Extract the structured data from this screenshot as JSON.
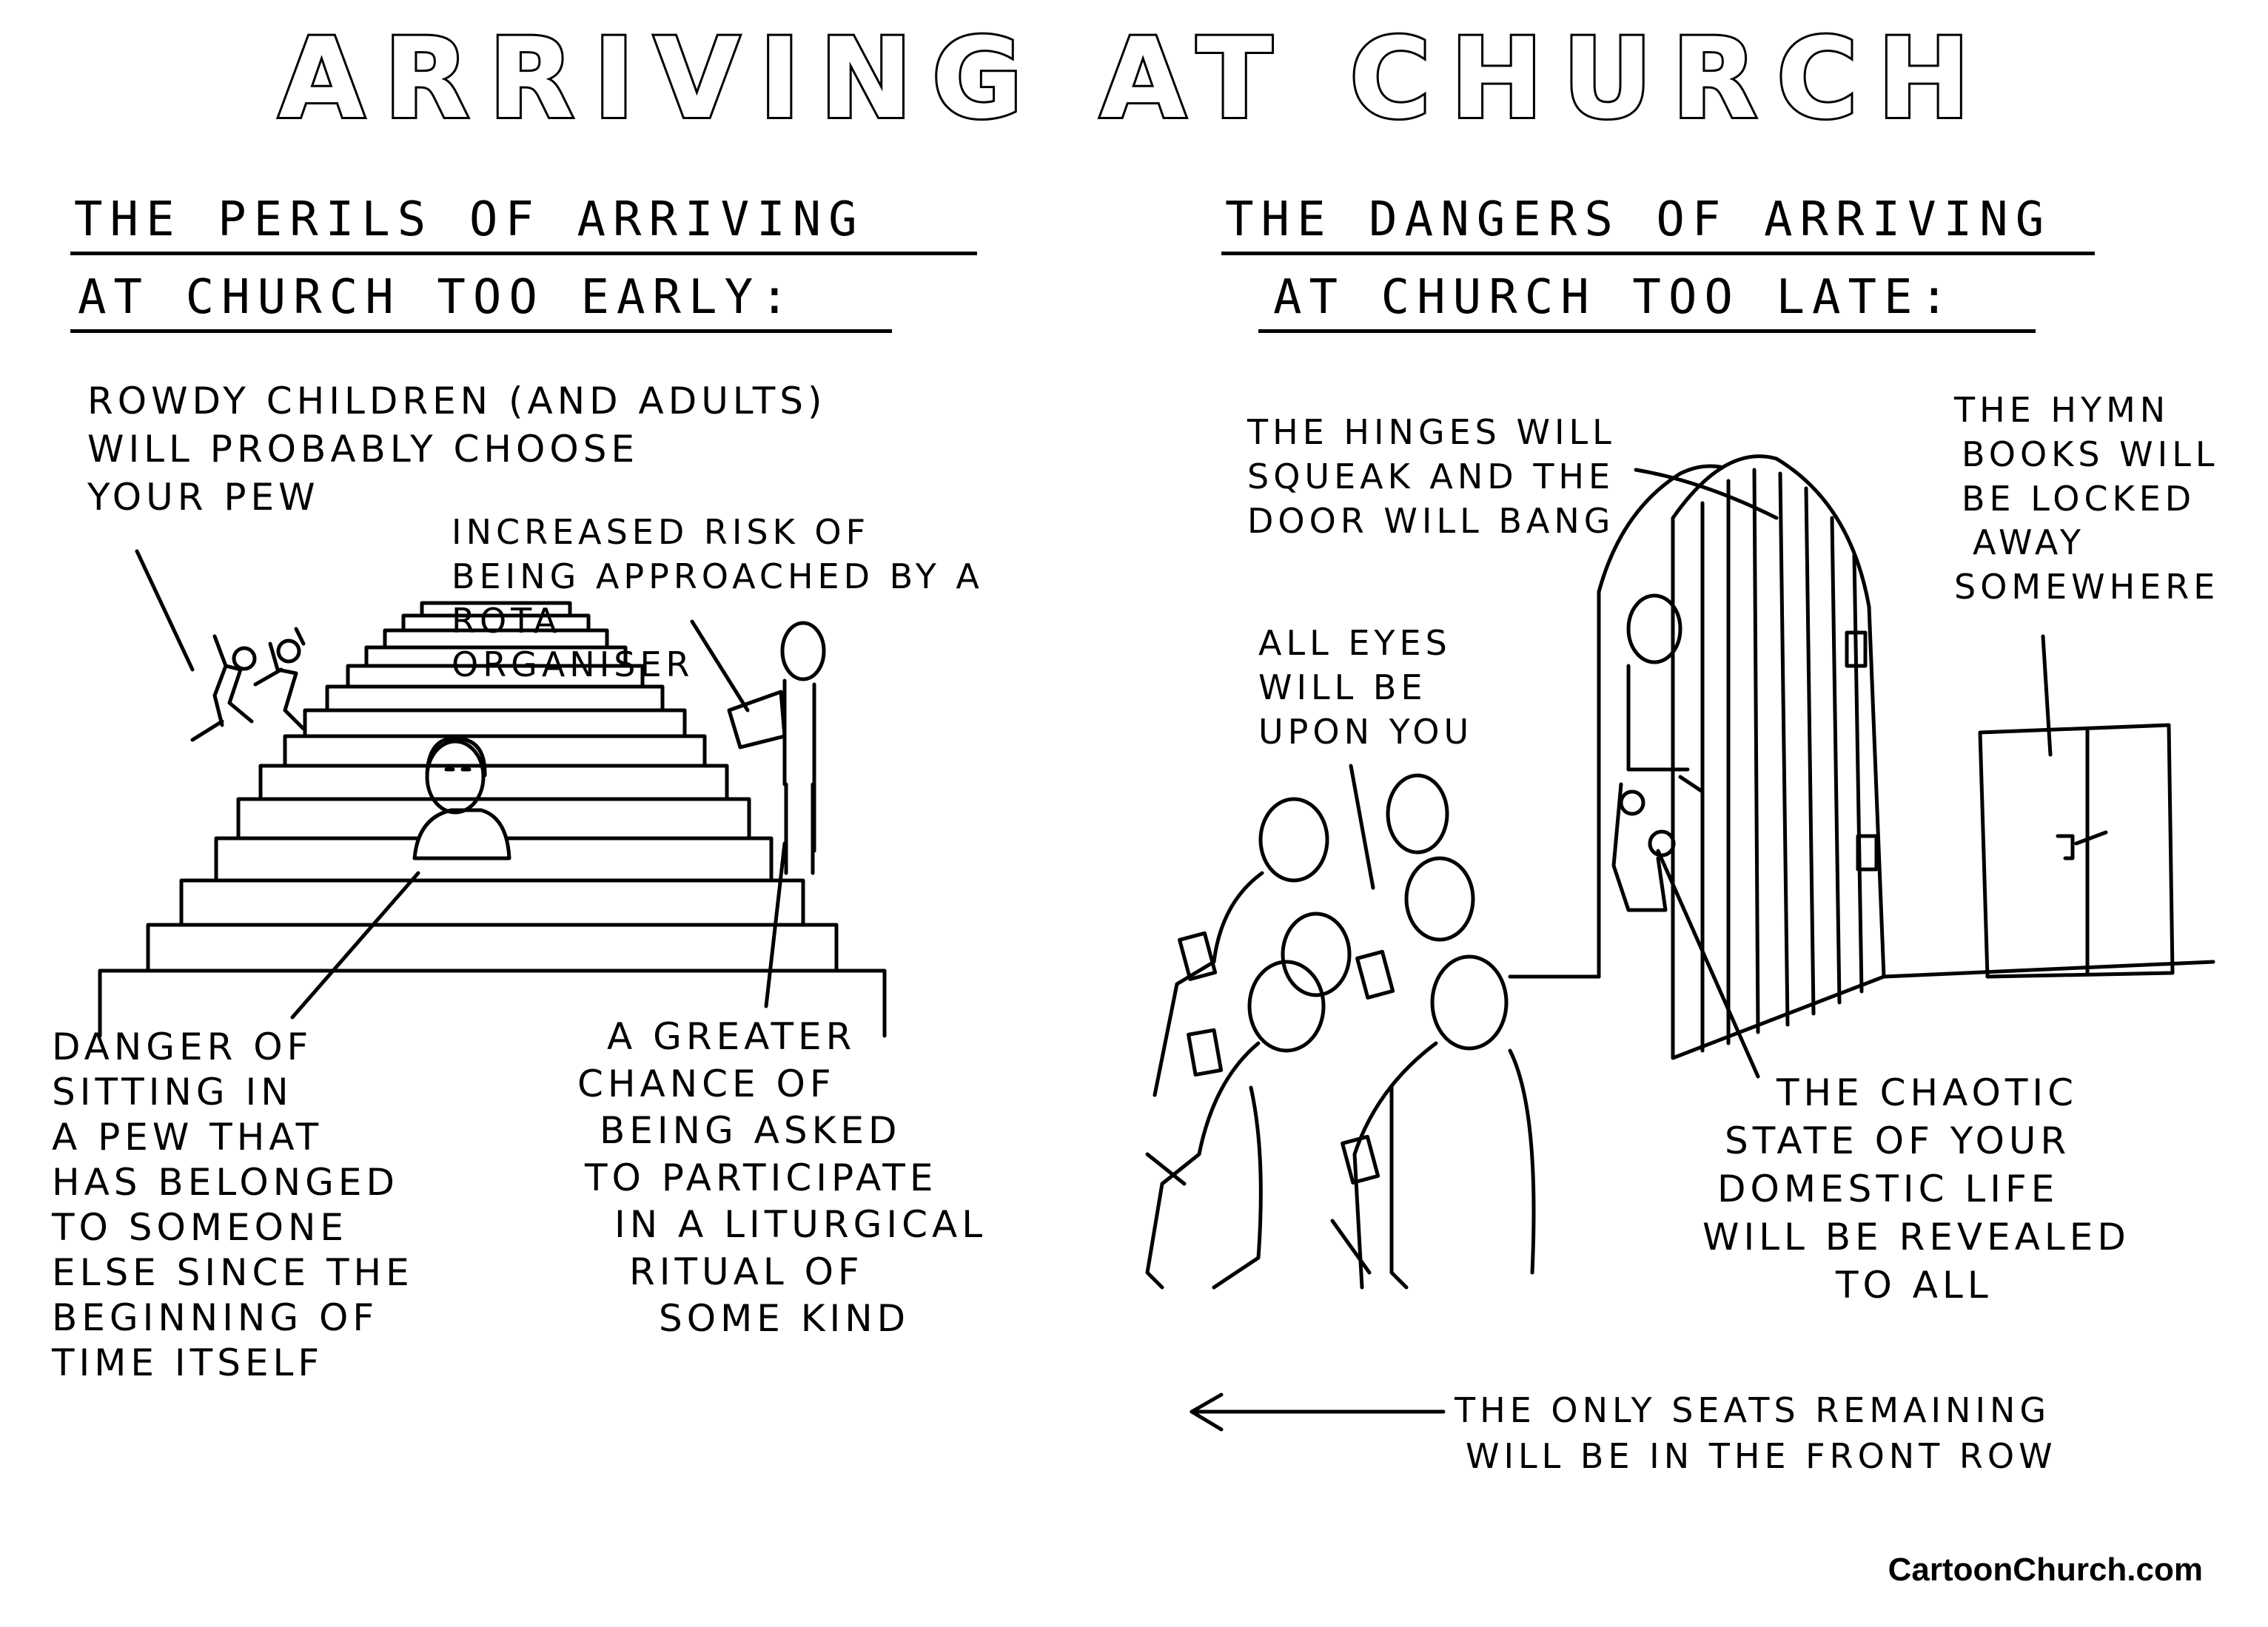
{
  "title": "ARRIVING AT CHURCH",
  "left": {
    "heading_line1": "THE PERILS OF ARRIVING",
    "heading_line2": "AT CHURCH TOO EARLY:",
    "captions": {
      "rowdy": [
        "ROWDY CHILDREN (AND ADULTS)",
        "WILL PROBABLY CHOOSE",
        "YOUR PEW"
      ],
      "rota": [
        "INCREASED RISK OF",
        "BEING APPROACHED BY A",
        "ROTA",
        "ORGANISER"
      ],
      "pew": [
        "DANGER OF",
        "SITTING IN",
        "A PEW THAT",
        "HAS BELONGED",
        "TO SOMEONE",
        "ELSE SINCE THE",
        "BEGINNING OF",
        "TIME ITSELF"
      ],
      "liturgical": [
        "A GREATER",
        "CHANCE OF",
        "BEING ASKED",
        "TO PARTICIPATE",
        "IN A LITURGICAL",
        "RITUAL OF",
        "SOME KIND"
      ]
    }
  },
  "right": {
    "heading_line1": "THE DANGERS OF ARRIVING",
    "heading_line2": "AT CHURCH TOO LATE:",
    "captions": {
      "hinges": [
        "THE HINGES WILL",
        "SQUEAK AND THE",
        "DOOR WILL BANG"
      ],
      "hymn": [
        "THE HYMN",
        "BOOKS WILL",
        "BE LOCKED",
        "AWAY",
        "SOMEWHERE"
      ],
      "eyes": [
        "ALL EYES",
        "WILL BE",
        "UPON YOU"
      ],
      "chaotic": [
        "THE CHAOTIC",
        "STATE OF YOUR",
        "DOMESTIC LIFE",
        "WILL BE REVEALED",
        "TO ALL"
      ],
      "seats": [
        "THE ONLY SEATS REMAINING",
        "WILL BE IN THE FRONT ROW"
      ]
    }
  },
  "credit": "CartoonChurch.com"
}
